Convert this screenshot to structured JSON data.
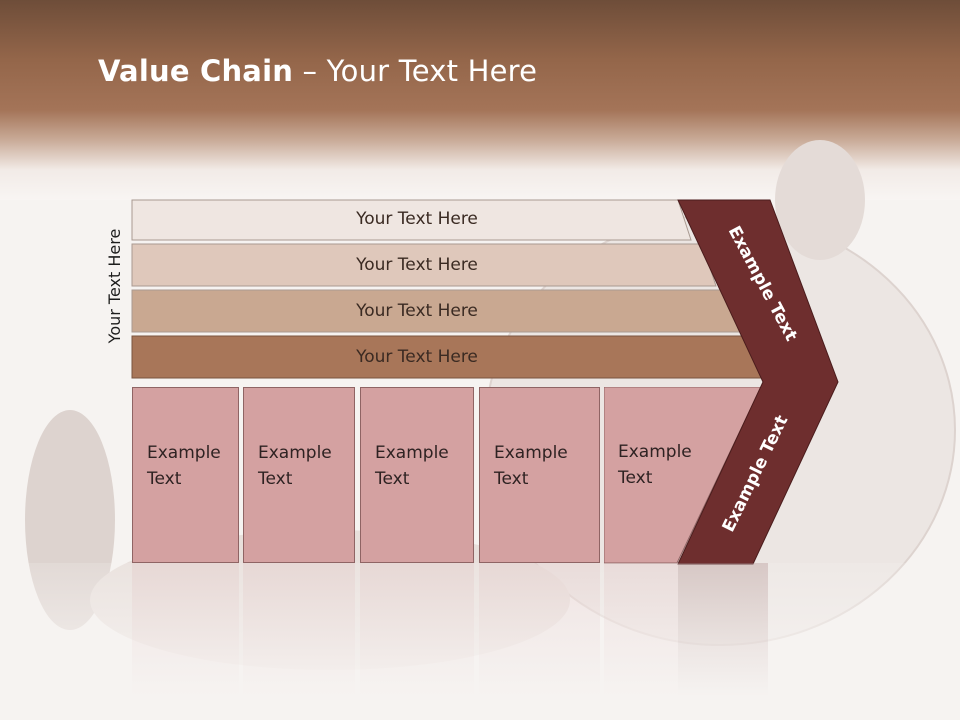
{
  "slide": {
    "title_bold": "Value Chain",
    "title_rest": " – Your Text Here",
    "side_label": "Your Text Here"
  },
  "bars": [
    {
      "label": "Your Text Here",
      "color": "#efe6e1"
    },
    {
      "label": "Your Text Here",
      "color": "#dfc8bb"
    },
    {
      "label": "Your Text Here",
      "color": "#c9a891"
    },
    {
      "label": "Your Text Here",
      "color": "#a87659"
    }
  ],
  "cells": [
    {
      "label": "Example\nText"
    },
    {
      "label": "Example\nText"
    },
    {
      "label": "Example\nText"
    },
    {
      "label": "Example\nText"
    },
    {
      "label": "Example\nText"
    }
  ],
  "chevron": {
    "upper_label": "Example Text",
    "lower_label": "Example Text",
    "color": "#6e2e2e"
  },
  "colors": {
    "header": "#94664a",
    "cell_fill": "#d4a1a1",
    "title_text": "#ffffff"
  }
}
